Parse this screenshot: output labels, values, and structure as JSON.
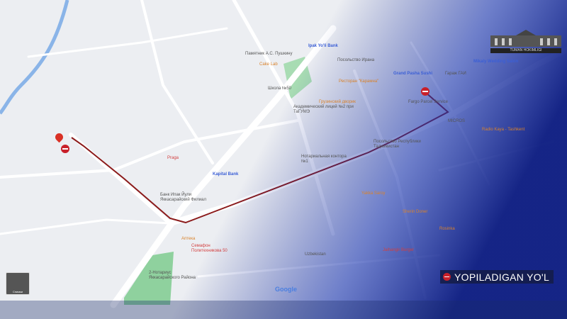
{
  "legend": {
    "label": "YOPILADIGAN YO'L",
    "icon": "no-entry-icon"
  },
  "logo": {
    "text": "TUMAN HOKIMLIGI"
  },
  "streetview": {
    "label": "Снимки"
  },
  "colors": {
    "route": "#8b1a1a",
    "noentry": "#c8202a",
    "overlay": "#0a1f8f",
    "park": "#8fd19e"
  },
  "places": [
    {
      "name": "Памятник А.С. Пушкину",
      "kind": "gray"
    },
    {
      "name": "Cake Lab",
      "kind": "orange"
    },
    {
      "name": "Школа №50",
      "kind": "gray"
    },
    {
      "name": "Академический лицей №2 при ТаГУМЭ",
      "kind": "gray"
    },
    {
      "name": "Грузинский дворик",
      "kind": "orange"
    },
    {
      "name": "Ресторан \"Карамна\"",
      "kind": "orange"
    },
    {
      "name": "Посольство Ирана",
      "kind": "gray"
    },
    {
      "name": "Grand Pasha Sushi",
      "kind": "blue"
    },
    {
      "name": "Гараж ГАИ",
      "kind": "gray"
    },
    {
      "name": "Fargo Parcel Service",
      "kind": "gray"
    },
    {
      "name": "MICROS",
      "kind": "gray"
    },
    {
      "name": "Посольство Республики Таджикистан",
      "kind": "gray"
    },
    {
      "name": "Нотариальная контора №1",
      "kind": "gray"
    },
    {
      "name": "Kapital Bank",
      "kind": "blue"
    },
    {
      "name": "Банк Ипак Йули Яккасарайский Филиал",
      "kind": "gray"
    },
    {
      "name": "Аптека",
      "kind": "orange"
    },
    {
      "name": "Семафон Политехникова 50",
      "kind": "red"
    },
    {
      "name": "2-Нотариус Яккасарайского Района",
      "kind": "gray"
    },
    {
      "name": "Praga",
      "kind": "red"
    },
    {
      "name": "Ipak Yo'li Bank",
      "kind": "blue"
    },
    {
      "name": "Mikaly Wedding Salon",
      "kind": "blue"
    },
    {
      "name": "Radio Kaya - Tashkent",
      "kind": "orange"
    },
    {
      "name": "Yakka Sarоу",
      "kind": "orange"
    },
    {
      "name": "Sherin Doner",
      "kind": "orange"
    },
    {
      "name": "Jaihangir Burger",
      "kind": "red"
    },
    {
      "name": "Rosinka",
      "kind": "orange"
    },
    {
      "name": "Uzbekistan",
      "kind": "gray"
    },
    {
      "name": "Google",
      "kind": "logo"
    }
  ]
}
